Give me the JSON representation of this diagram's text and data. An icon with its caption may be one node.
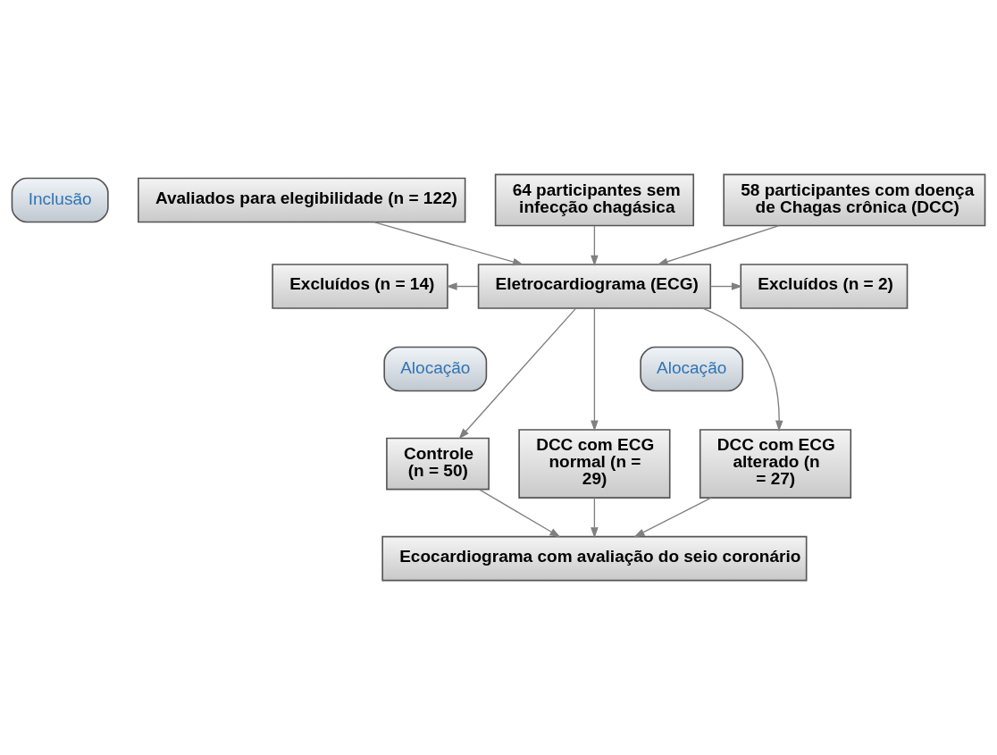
{
  "diagram": {
    "nodes": [
      {
        "text": [
          "Inclusão"
        ]
      },
      {
        "text": [
          "Avaliados para elegibilidade (n = 122)"
        ]
      },
      {
        "text": [
          "64 participantes sem infecção chagásica"
        ]
      },
      {
        "text": [
          "58 participantes com doença de Chagas crônica (DCC)"
        ]
      },
      {
        "text": [
          "Excluídos (n = 14)"
        ]
      },
      {
        "text": [
          "Eletrocardiograma (ECG)"
        ]
      },
      {
        "text": [
          "Excluídos (n = 2)"
        ]
      },
      {
        "text": [
          "Alocação"
        ]
      },
      {
        "text": [
          "Alocação"
        ]
      },
      {
        "text": [
          "Controle (n = 50)"
        ]
      },
      {
        "text": [
          "DCC com ECG normal (n = 29)"
        ]
      },
      {
        "text": [
          "DCC com ECG alterado (n = 27)"
        ]
      },
      {
        "text": [
          "Ecocardiograma com avaliação do seio coronário"
        ]
      }
    ],
    "edges": [
      {
        "from": 1,
        "to": 5,
        "arrow": "to"
      },
      {
        "from": 2,
        "to": 5,
        "arrow": "to"
      },
      {
        "from": 3,
        "to": 5,
        "arrow": "to"
      },
      {
        "from": 5,
        "to": 4,
        "arrow": "to"
      },
      {
        "from": 5,
        "to": 6,
        "arrow": "to"
      },
      {
        "from": 5,
        "to": 9,
        "arrow": "to"
      },
      {
        "from": 5,
        "to": 10,
        "arrow": "to"
      },
      {
        "from": 5,
        "to": 11,
        "arrow": "to"
      },
      {
        "from": 9,
        "to": 12,
        "arrow": "to"
      },
      {
        "from": 10,
        "to": 12,
        "arrow": "to"
      },
      {
        "from": 11,
        "to": 12,
        "arrow": "to"
      }
    ]
  }
}
